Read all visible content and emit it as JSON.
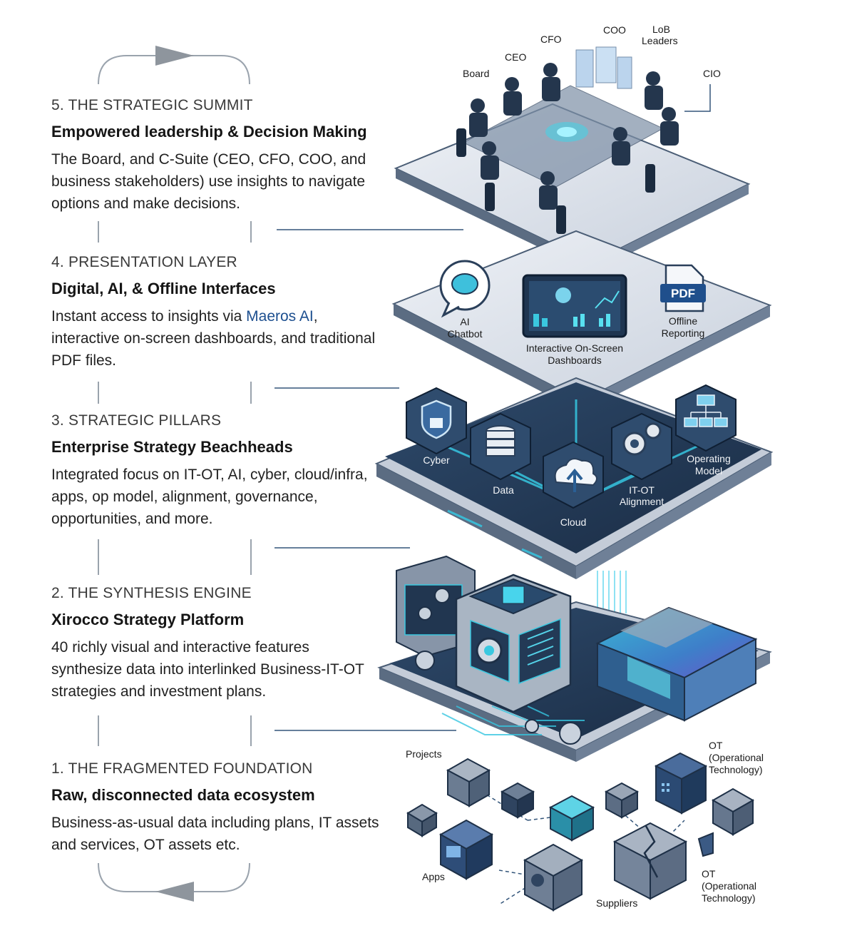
{
  "layers": [
    {
      "num": "5. THE STRATEGIC SUMMIT",
      "title": "Empowered leadership & Decision Making",
      "desc": "The Board, and C-Suite (CEO, CFO, COO, and business stakeholders) use insights to navigate options and make decisions."
    },
    {
      "num": "4. PRESENTATION LAYER",
      "title": "Digital, AI, & Offline Interfaces",
      "desc_pre": "Instant access to insights via ",
      "desc_hl": "Maeros AI",
      "desc_post": ", interactive on-screen dashboards, and traditional PDF files."
    },
    {
      "num": "3. STRATEGIC PILLARS",
      "title": "Enterprise Strategy Beachheads",
      "desc": "Integrated focus on IT-OT, AI, cyber, cloud/infra, apps, op model, alignment, governance, opportunities, and more."
    },
    {
      "num": "2. THE SYNTHESIS ENGINE",
      "title": "Xirocco Strategy Platform",
      "desc": "40 richly visual and interactive features synthesize data into interlinked Business-IT-OT strategies and investment plans."
    },
    {
      "num": "1. THE FRAGMENTED FOUNDATION",
      "title": "Raw, disconnected data ecosystem",
      "desc": "Business-as-usual data including plans, IT assets and services, OT assets etc."
    }
  ],
  "summit_labels": {
    "board": "Board",
    "ceo": "CEO",
    "cfo": "CFO",
    "coo": "COO",
    "lob_1": "LoB",
    "lob_2": "Leaders",
    "cio": "CIO"
  },
  "presentation_labels": {
    "ai_1": "AI",
    "ai_2": "Chatbot",
    "dash_1": "Interactive On-Screen",
    "dash_2": "Dashboards",
    "pdf_badge": "PDF",
    "off_1": "Offline",
    "off_2": "Reporting"
  },
  "pillar_labels": {
    "cyber": "Cyber",
    "data": "Data",
    "cloud": "Cloud",
    "itot_1": "IT-OT",
    "itot_2": "Alignment",
    "op_1": "Operating",
    "op_2": "Model"
  },
  "foundation_labels": {
    "projects": "Projects",
    "apps": "Apps",
    "suppliers": "Suppliers",
    "ot_a1": "OT",
    "ot_a2": "(Operational",
    "ot_a3": "Technology)",
    "ot_b1": "OT",
    "ot_b2": "(Operational",
    "ot_b3": "Technology)"
  },
  "colors": {
    "navy": "#1f3550",
    "slab_light": "#dde3ec",
    "slab_dark": "#243a55",
    "accent_cyan": "#36c6e0",
    "highlight_blue": "#1d4f8f"
  }
}
